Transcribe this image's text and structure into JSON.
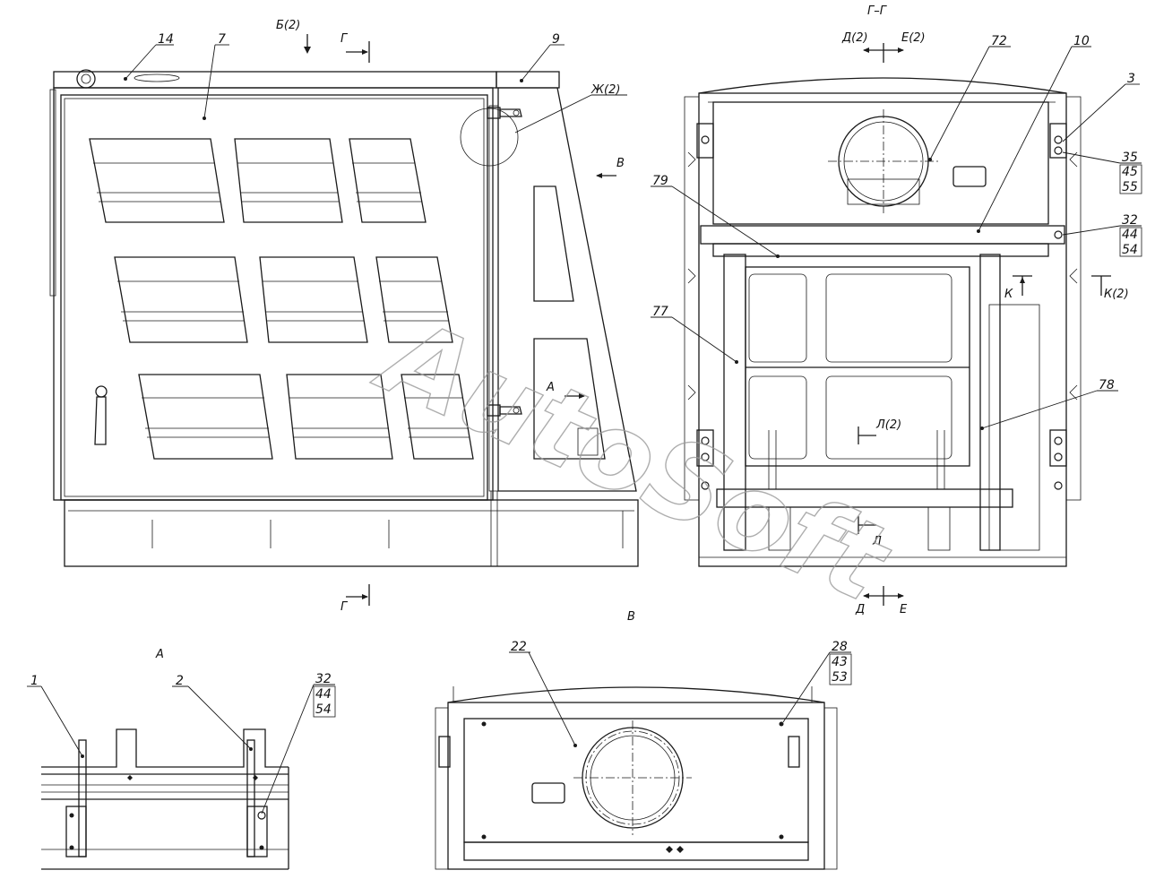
{
  "watermark": "AutoSoft",
  "view_labels": {
    "section_gg": "Г–Г",
    "view_v": "В",
    "view_a": "А"
  },
  "markers": {
    "b2": "Б(2)",
    "g_top": "Г",
    "g_bottom": "Г",
    "zh2": "Ж(2)",
    "v_arrow": "В",
    "a_arrow": "А",
    "d2": "Д(2)",
    "e2": "Е(2)",
    "d": "Д",
    "e": "Е",
    "k": "К",
    "k2": "К(2)",
    "l2": "Л(2)",
    "l": "Л"
  },
  "callouts": {
    "n14": "14",
    "n7": "7",
    "n9": "9",
    "n72": "72",
    "n10": "10",
    "n3": "3",
    "n35": "35",
    "n45": "45",
    "n55": "55",
    "n79": "79",
    "n32a": "32",
    "n44a": "44",
    "n54a": "54",
    "n77": "77",
    "n78": "78",
    "n22": "22",
    "n28": "28",
    "n43": "43",
    "n53": "53",
    "n1": "1",
    "n2": "2",
    "n32b": "32",
    "n44b": "44",
    "n54b": "54"
  }
}
